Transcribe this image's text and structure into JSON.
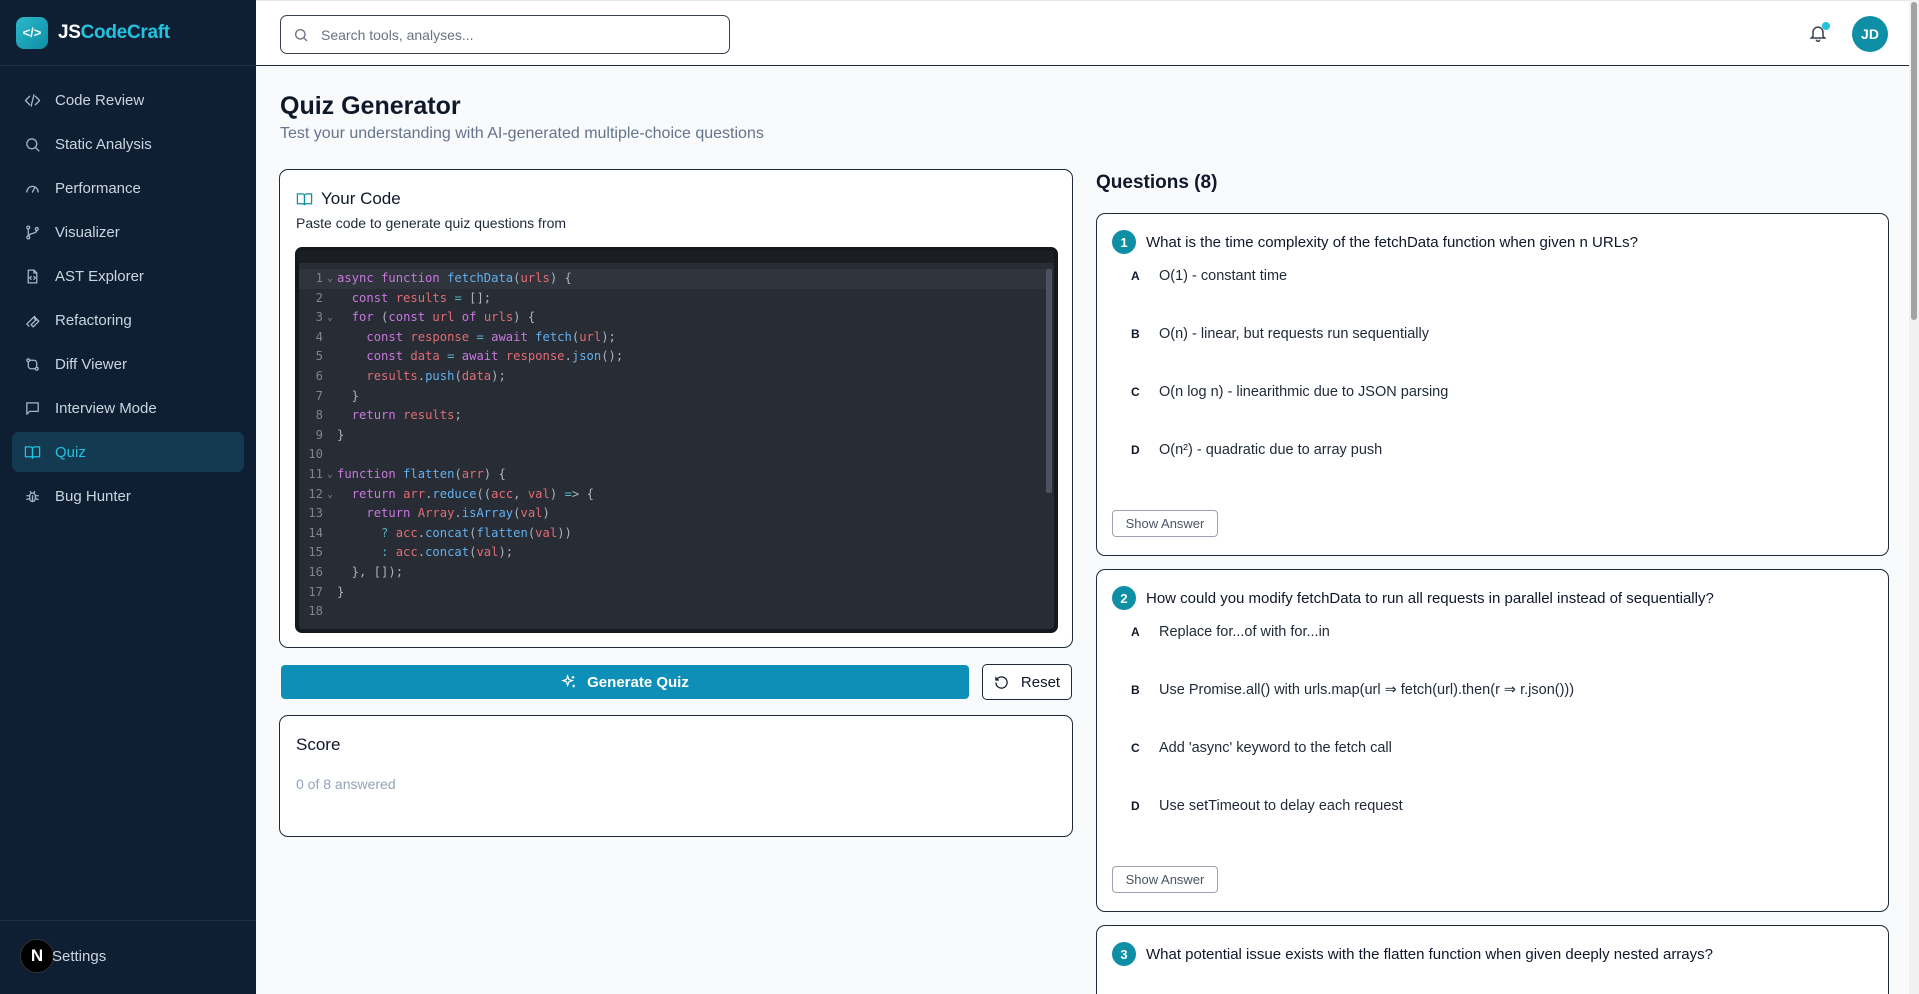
{
  "brand": {
    "logo_glyph": "</>",
    "name_part1": "JS",
    "name_part2": "CodeCraft"
  },
  "sidebar": {
    "items": [
      {
        "label": "Code Review",
        "icon": "code-icon"
      },
      {
        "label": "Static Analysis",
        "icon": "search-icon"
      },
      {
        "label": "Performance",
        "icon": "gauge-icon"
      },
      {
        "label": "Visualizer",
        "icon": "git-branch-icon"
      },
      {
        "label": "AST Explorer",
        "icon": "file-code-icon"
      },
      {
        "label": "Refactoring",
        "icon": "wrench-icon"
      },
      {
        "label": "Diff Viewer",
        "icon": "git-compare-icon"
      },
      {
        "label": "Interview Mode",
        "icon": "message-square-icon"
      },
      {
        "label": "Quiz",
        "icon": "book-open-icon"
      },
      {
        "label": "Bug Hunter",
        "icon": "bug-icon"
      }
    ],
    "active": "Quiz",
    "settings_label": "Settings",
    "settings_avatar": "N"
  },
  "header": {
    "search_placeholder": "Search tools, analyses...",
    "avatar_initials": "JD"
  },
  "page": {
    "title": "Quiz Generator",
    "subtitle": "Test your understanding with AI-generated multiple-choice questions"
  },
  "code_card": {
    "title": "Your Code",
    "description": "Paste code to generate quiz questions from",
    "lines": [
      "async function fetchData(urls) {",
      "  const results = [];",
      "  for (const url of urls) {",
      "    const response = await fetch(url);",
      "    const data = await response.json();",
      "    results.push(data);",
      "  }",
      "  return results;",
      "}",
      "",
      "function flatten(arr) {",
      "  return arr.reduce((acc, val) => {",
      "    return Array.isArray(val)",
      "      ? acc.concat(flatten(val))",
      "      : acc.concat(val);",
      "  }, []);",
      "}",
      ""
    ]
  },
  "actions": {
    "generate_label": "Generate Quiz",
    "reset_label": "Reset"
  },
  "score": {
    "title": "Score",
    "value": "0 of 8 answered"
  },
  "questions": {
    "heading": "Questions (8)",
    "show_answer_label": "Show Answer",
    "items": [
      {
        "number": "1",
        "text": "What is the time complexity of the fetchData function when given n URLs?",
        "options": [
          {
            "letter": "A",
            "text": "O(1) - constant time"
          },
          {
            "letter": "B",
            "text": "O(n) - linear, but requests run sequentially"
          },
          {
            "letter": "C",
            "text": "O(n log n) - linearithmic due to JSON parsing"
          },
          {
            "letter": "D",
            "text": "O(n²) - quadratic due to array push"
          }
        ]
      },
      {
        "number": "2",
        "text": "How could you modify fetchData to run all requests in parallel instead of sequentially?",
        "options": [
          {
            "letter": "A",
            "text": "Replace for...of with for...in"
          },
          {
            "letter": "B",
            "text": "Use Promise.all() with urls.map(url ⇒ fetch(url).then(r ⇒ r.json()))"
          },
          {
            "letter": "C",
            "text": "Add 'async' keyword to the fetch call"
          },
          {
            "letter": "D",
            "text": "Use setTimeout to delay each request"
          }
        ]
      },
      {
        "number": "3",
        "text": "What potential issue exists with the flatten function when given deeply nested arrays?",
        "options": []
      }
    ]
  },
  "colors": {
    "sidebar_bg": "#0f1f33",
    "accent": "#0e8fa6",
    "accent_light": "#22c3e0",
    "primary_button": "#0e8fb8"
  }
}
